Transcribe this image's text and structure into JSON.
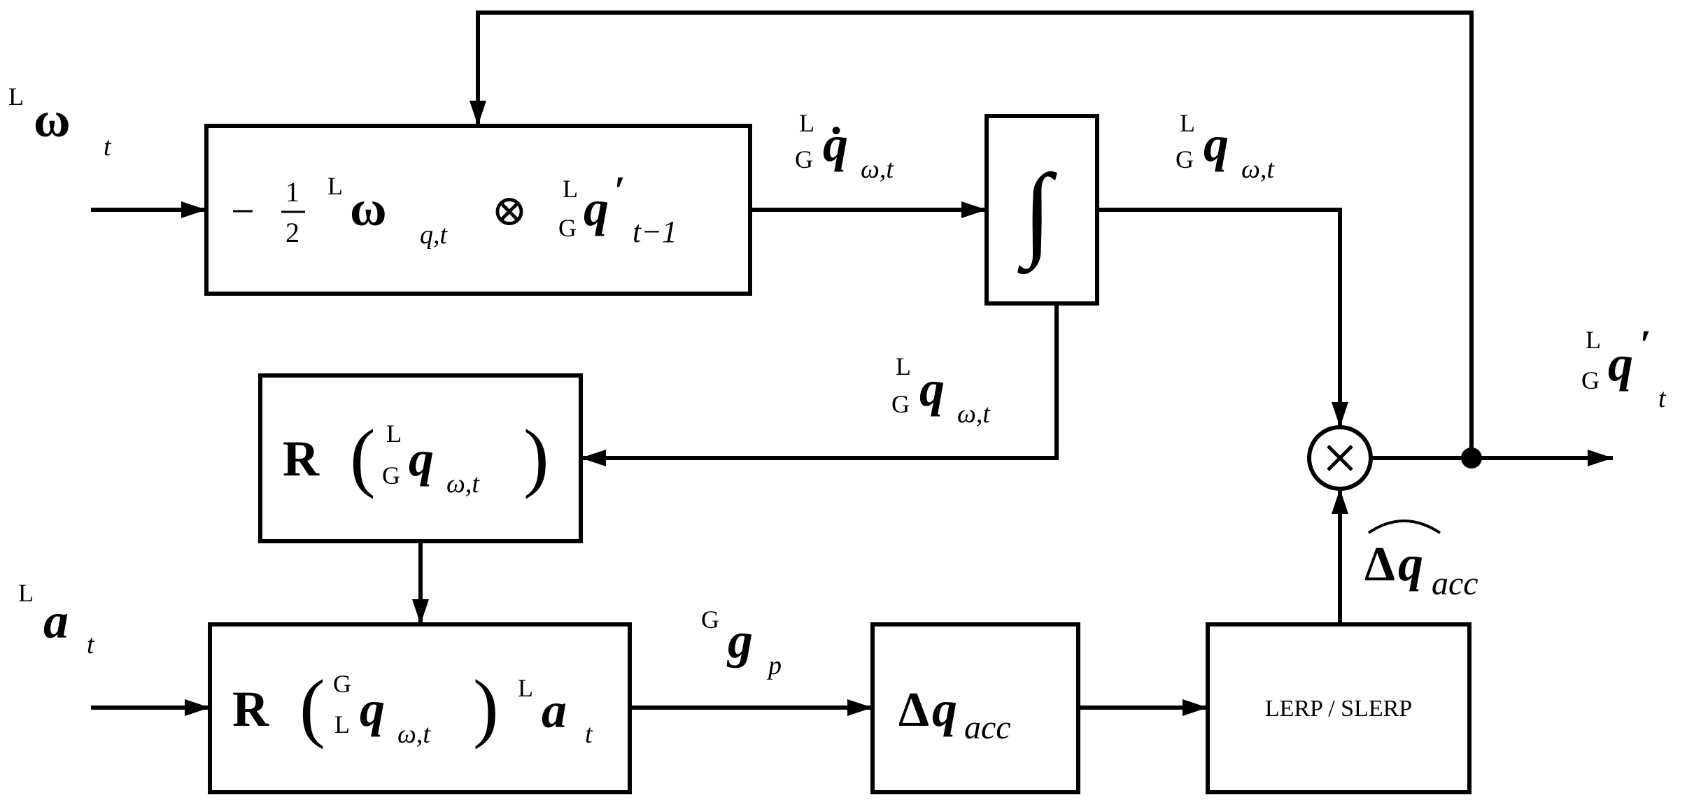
{
  "diagram": {
    "inputs": {
      "omega": {
        "pre": "L",
        "sym": "ω",
        "sub": "t"
      },
      "accel": {
        "pre": "L",
        "sym": "a",
        "sub": "t"
      }
    },
    "blocks": {
      "quat_derivative": {
        "neg": "−",
        "num": "1",
        "den": "2",
        "pre_l": "L",
        "omega": "ω",
        "omega_sub": "q,t",
        "otimes": "⊗",
        "pre_tl": "L",
        "pre_bl": "G",
        "q": "q",
        "prime": "′",
        "q_sub": "t−1"
      },
      "integrator": {
        "symbol": "∫"
      },
      "rotation_matrix": {
        "R": "R",
        "lp": "(",
        "rp": ")",
        "tl": "L",
        "bl": "G",
        "q": "q",
        "sub": "ω,t"
      },
      "gravity_projection": {
        "R": "R",
        "lp": "(",
        "rp": ")",
        "tl": "G",
        "bl": "L",
        "q": "q",
        "sub": "ω,t",
        "pre": "L",
        "a": "a",
        "a_sub": "t"
      },
      "delta_q_acc": {
        "delta": "Δ",
        "q": "q",
        "sub": "acc"
      },
      "interpolation": {
        "label": "LERP / SLERP"
      },
      "multiply": {
        "symbol": "×"
      }
    },
    "signals": {
      "q_dot": {
        "tl": "L",
        "bl": "G",
        "q": "q̇",
        "sub": "ω,t"
      },
      "q_omega_top": {
        "tl": "L",
        "bl": "G",
        "q": "q",
        "sub": "ω,t"
      },
      "q_omega_mid": {
        "tl": "L",
        "bl": "G",
        "q": "q",
        "sub": "ω,t"
      },
      "g_p": {
        "pre": "G",
        "g": "g",
        "sub": "p"
      },
      "delta_q_hat": {
        "delta": "Δ",
        "q": "q",
        "sub": "acc",
        "hat": "^"
      },
      "output": {
        "tl": "L",
        "bl": "G",
        "q": "q",
        "prime": "′",
        "sub": "t"
      }
    }
  }
}
